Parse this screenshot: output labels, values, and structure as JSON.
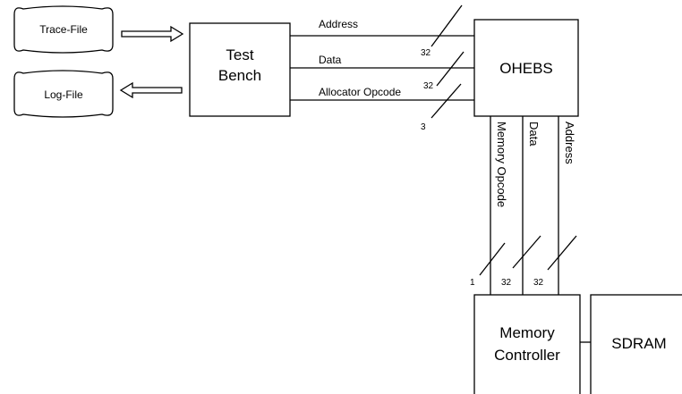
{
  "files": {
    "trace_file": "Trace-File",
    "log_file": "Log-File"
  },
  "blocks": {
    "test_bench_line1": "Test",
    "test_bench_line2": "Bench",
    "ohebs": "OHEBS",
    "memory_controller_line1": "Memory",
    "memory_controller_line2": "Controller",
    "sdram": "SDRAM"
  },
  "buses_horizontal": [
    {
      "label": "Address",
      "width": "32"
    },
    {
      "label": "Data",
      "width": "32"
    },
    {
      "label": "Allocator Opcode",
      "width": "3"
    }
  ],
  "buses_vertical": [
    {
      "label": "Memory Opcode",
      "width": "1"
    },
    {
      "label": "Data",
      "width": "32"
    },
    {
      "label": "Address",
      "width": "32"
    }
  ]
}
